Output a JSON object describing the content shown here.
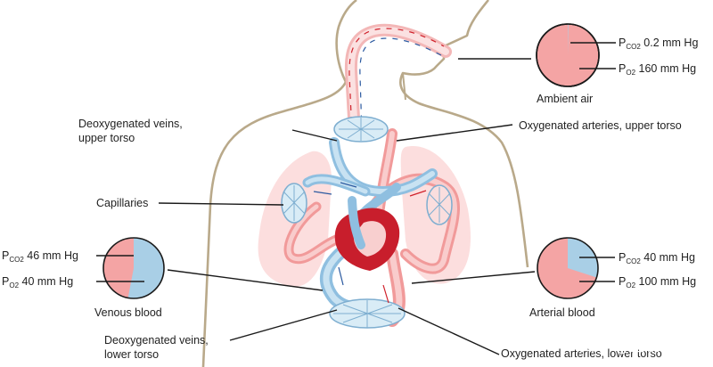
{
  "labels": {
    "veins_upper_1": "Deoxygenated veins,",
    "veins_upper_2": "upper torso",
    "arteries_upper": "Oxygenated arteries, upper torso",
    "capillaries": "Capillaries",
    "veins_lower_1": "Deoxygenated veins,",
    "veins_lower_2": "lower torso",
    "arteries_lower": "Oxygenated arteries, lower torso"
  },
  "gauges": {
    "ambient": {
      "caption": "Ambient air",
      "pco2": {
        "p": "P",
        "sub": "CO2",
        "value": " 0.2 mm Hg"
      },
      "po2": {
        "p": "P",
        "sub": "O2",
        "value": " 160 mm Hg"
      },
      "blue_fraction": 0.003
    },
    "venous": {
      "caption": "Venous blood",
      "pco2": {
        "p": "P",
        "sub": "CO2",
        "value": " 46 mm Hg"
      },
      "po2": {
        "p": "P",
        "sub": "O2",
        "value": " 40 mm Hg"
      },
      "blue_fraction": 0.53
    },
    "arterial": {
      "caption": "Arterial blood",
      "pco2": {
        "p": "P",
        "sub": "CO2",
        "value": " 40 mm Hg"
      },
      "po2": {
        "p": "P",
        "sub": "O2",
        "value": " 100 mm Hg"
      },
      "blue_fraction": 0.3
    }
  },
  "watermark": "头条 @星舰基因",
  "colors": {
    "oxygenated": "#f4a4a4",
    "deoxygenated": "#a9cfe6",
    "heart": "#c81e2c",
    "lung": "#fbd8d8",
    "body_outline": "#b9a98a"
  }
}
